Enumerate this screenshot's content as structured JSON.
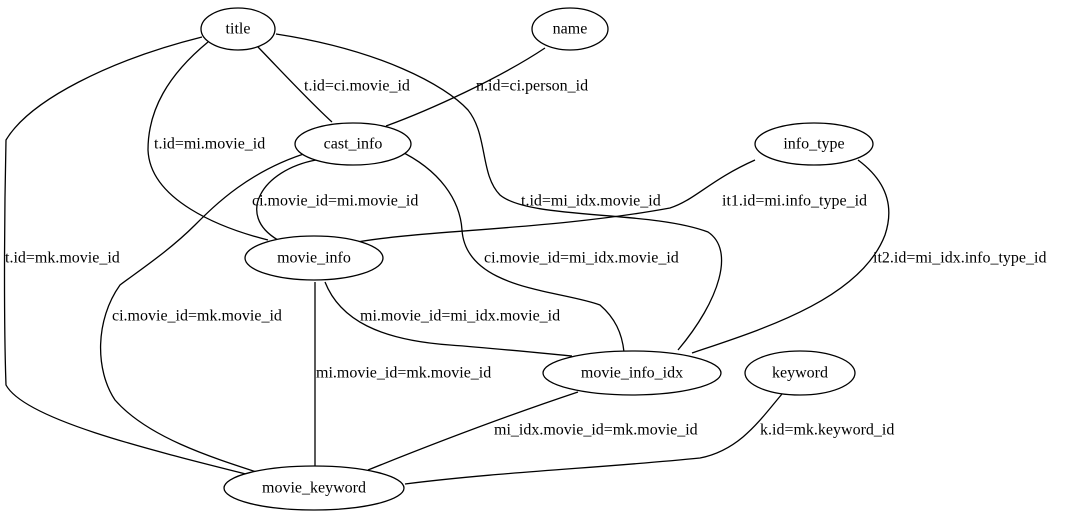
{
  "nodes": {
    "title": "title",
    "name": "name",
    "cast_info": "cast_info",
    "info_type": "info_type",
    "movie_info": "movie_info",
    "movie_info_idx": "movie_info_idx",
    "keyword": "keyword",
    "movie_keyword": "movie_keyword"
  },
  "edges": {
    "title_cast_info": "t.id=ci.movie_id",
    "name_cast_info": "n.id=ci.person_id",
    "title_movie_info": "t.id=mi.movie_id",
    "cast_info_movie_info": "ci.movie_id=mi.movie_id",
    "title_movie_info_idx": "t.id=mi_idx.movie_id",
    "info_type_movie_info": "it1.id=mi.info_type_id",
    "title_movie_keyword": "t.id=mk.movie_id",
    "cast_info_movie_info_idx": "ci.movie_id=mi_idx.movie_id",
    "info_type_movie_info_idx": "it2.id=mi_idx.info_type_id",
    "cast_info_movie_keyword": "ci.movie_id=mk.movie_id",
    "movie_info_movie_info_idx": "mi.movie_id=mi_idx.movie_id",
    "movie_info_movie_keyword": "mi.movie_id=mk.movie_id",
    "movie_info_idx_movie_keyword": "mi_idx.movie_id=mk.movie_id",
    "keyword_movie_keyword": "k.id=mk.keyword_id"
  },
  "colors": {
    "stroke": "#000000",
    "fill": "#ffffff",
    "background": "#ffffff"
  }
}
